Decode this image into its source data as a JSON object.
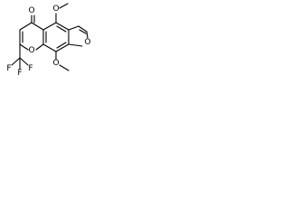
{
  "molecule": {
    "atoms": {
      "methoxy_top_o": "O",
      "methoxy_top_c": "CH3",
      "furan_o": "O",
      "carbonyl_o": "O",
      "ring_o": "O",
      "methoxy_bottom_o": "O",
      "methoxy_bottom_c": "CH3",
      "f1": "F",
      "f2": "F",
      "f3": "F"
    }
  }
}
